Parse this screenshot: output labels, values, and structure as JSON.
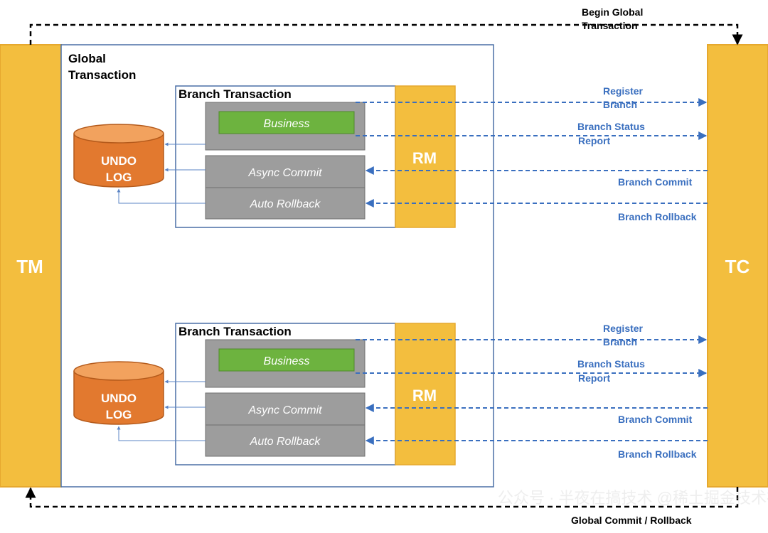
{
  "title": "",
  "tm": {
    "label": "TM"
  },
  "tc": {
    "label": "TC"
  },
  "global_transaction": {
    "label_line1": "Global",
    "label_line2": "Transaction"
  },
  "top_flow": {
    "label_line1": "Begin Global",
    "label_line2": "Transaction"
  },
  "bottom_flow": {
    "label": "Global Commit / Rollback"
  },
  "branches": [
    {
      "title": "Branch Transaction",
      "business": "Business",
      "async_commit": "Async Commit",
      "auto_rollback": "Auto Rollback",
      "rm": "RM",
      "undo_line1": "UNDO",
      "undo_line2": "LOG",
      "register_line1": "Register",
      "register_line2": "Branch",
      "status_line1": "Branch Status",
      "status_line2": "Report",
      "commit": "Branch Commit",
      "rollback": "Branch Rollback"
    },
    {
      "title": "Branch Transaction",
      "business": "Business",
      "async_commit": "Async Commit",
      "auto_rollback": "Auto Rollback",
      "rm": "RM",
      "undo_line1": "UNDO",
      "undo_line2": "LOG",
      "register_line1": "Register",
      "register_line2": "Branch",
      "status_line1": "Branch Status",
      "status_line2": "Report",
      "commit": "Branch Commit",
      "rollback": "Branch Rollback"
    }
  ],
  "watermark": "公众号 · 半夜在搞技术 @稀土掘金技术社区",
  "colors": {
    "yellow": "#F3BE3E",
    "yellow_border": "#E6A82E",
    "orange": "#E2792F",
    "orange_dark": "#B45A1B",
    "gray": "#9D9D9D",
    "gray_border": "#6F6F6F",
    "green": "#6DB33F",
    "blue": "#3A6FBF",
    "box_border": "#4A6FA5",
    "black": "#000000"
  }
}
